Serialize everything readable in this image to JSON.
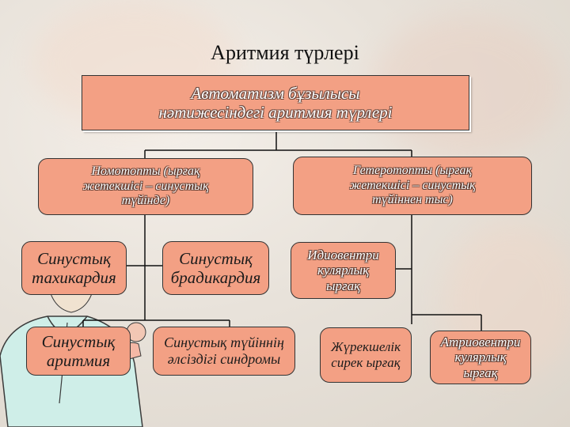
{
  "title": "Аритмия түрлері",
  "root": {
    "text": "Автоматизм бұзылысы\nнәтижесіндегі аритмия түрлері"
  },
  "level1": {
    "nomotopic": "Номотопты (ырғақ\nжетекшісі – синустық\nтүйінде)",
    "heterotopic": "Гетеротопты (ырғақ\nжетекшісі – синустық\nтүйіннен тыс)"
  },
  "nomotopic_children": {
    "tachycardia": "Синустық\nтахикардия",
    "bradycardia": "Синустық\nбрадикардия",
    "arrhythmia": "Синустық\nаритмия",
    "sick_sinus": "Синустық түйіннің\nәлсіздігі синдромы"
  },
  "heterotopic_children": {
    "idioventricular": "Идиовентри\nкулярлық\nырғақ",
    "slow_junctional": "Жүрекшелік\nсирек ырғақ",
    "atrioventricular": "Атриовентри\nкулярлық\nырғақ"
  },
  "colors": {
    "box_fill": "#f3a084",
    "border": "#333333",
    "line": "#111111"
  }
}
